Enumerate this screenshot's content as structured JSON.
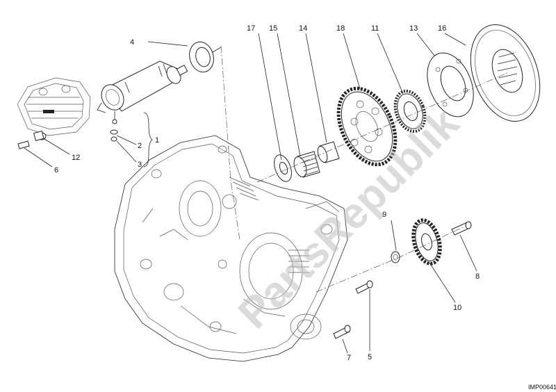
{
  "callouts": {
    "c1": "1",
    "c2": "2",
    "c3": "3",
    "c4": "4",
    "c5": "5",
    "c6": "6",
    "c7": "7",
    "c8": "8",
    "c9": "9",
    "c10": "10",
    "c11": "11",
    "c12": "12",
    "c13": "13",
    "c14": "14",
    "c15": "15",
    "c16": "16",
    "c17": "17",
    "c18": "18"
  },
  "drawing_code": "IMP00641",
  "watermark": "PartsRepublik"
}
